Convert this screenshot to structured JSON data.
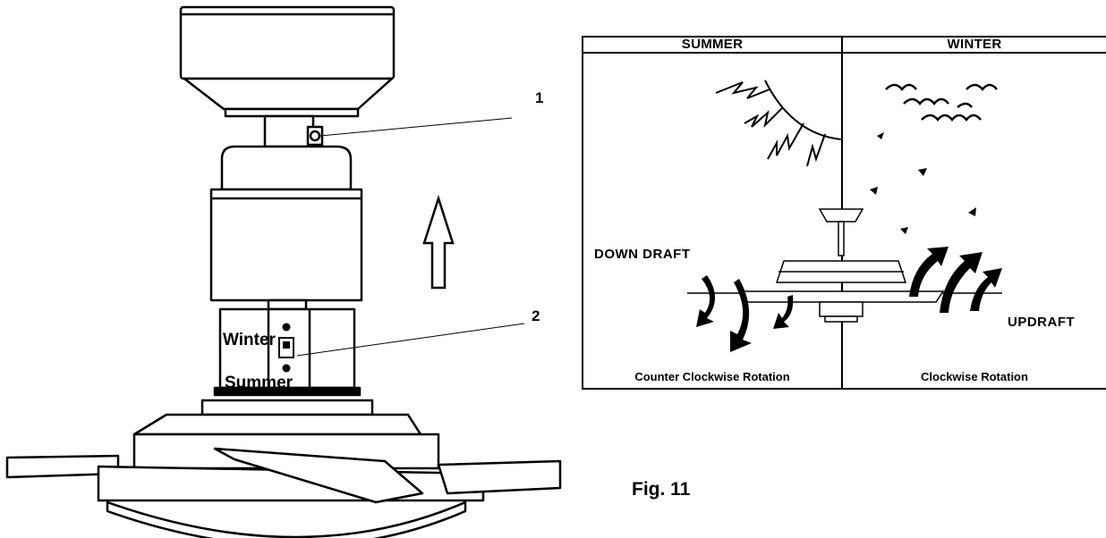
{
  "assembly": {
    "callout_1": "1",
    "callout_2": "2",
    "switch_top_label": "Winter",
    "switch_bottom_label": "Summer"
  },
  "seasons_panel": {
    "summer": {
      "heading": "SUMMER",
      "draft_label": "DOWN DRAFT",
      "rotation": "Counter Clockwise Rotation"
    },
    "winter": {
      "heading": "WINTER",
      "draft_label": "UPDRAFT",
      "rotation": "Clockwise Rotation"
    }
  },
  "figure_label": "Fig. 11"
}
